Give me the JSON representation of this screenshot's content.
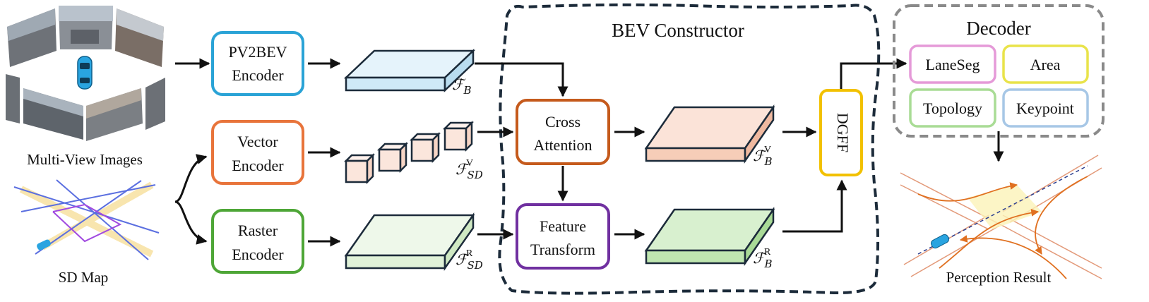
{
  "inputs": {
    "multi_view_label": "Multi-View Images",
    "sd_map_label": "SD Map"
  },
  "encoders": {
    "pv2bev": [
      "PV2BEV",
      "Encoder"
    ],
    "vector": [
      "Vector",
      "Encoder"
    ],
    "raster": [
      "Raster",
      "Encoder"
    ]
  },
  "features": {
    "f_b": {
      "base": "ℱ",
      "sub": "B",
      "sup": ""
    },
    "f_sd_v": {
      "base": "ℱ",
      "sub": "SD",
      "sup": "V"
    },
    "f_sd_r": {
      "base": "ℱ",
      "sub": "SD",
      "sup": "R"
    },
    "f_b_v": {
      "base": "ℱ",
      "sub": "B",
      "sup": "V"
    },
    "f_b_r": {
      "base": "ℱ",
      "sub": "B",
      "sup": "R"
    }
  },
  "bev_constructor": {
    "title": "BEV Constructor",
    "cross_attention": [
      "Cross",
      "Attention"
    ],
    "feature_transform": [
      "Feature",
      "Transform"
    ]
  },
  "dgff_label": "DGFF",
  "decoder": {
    "title": "Decoder",
    "heads": [
      "LaneSeg",
      "Area",
      "Topology",
      "Keypoint"
    ]
  },
  "output": {
    "label": "Perception Result"
  },
  "colors": {
    "pv2bev": "#2aa3d6",
    "vector": "#e8743b",
    "raster": "#4ea637",
    "cross_attention": "#c55a1c",
    "feature_transform": "#7030a0",
    "dgff": "#f2c100",
    "bev_dash": "#1c2b3a",
    "decoder_dash": "#8a8a8a",
    "laneseg": "#e59ad8",
    "area": "#e9e34a",
    "topology": "#a9dc95",
    "keypoint": "#a7c7e6"
  }
}
